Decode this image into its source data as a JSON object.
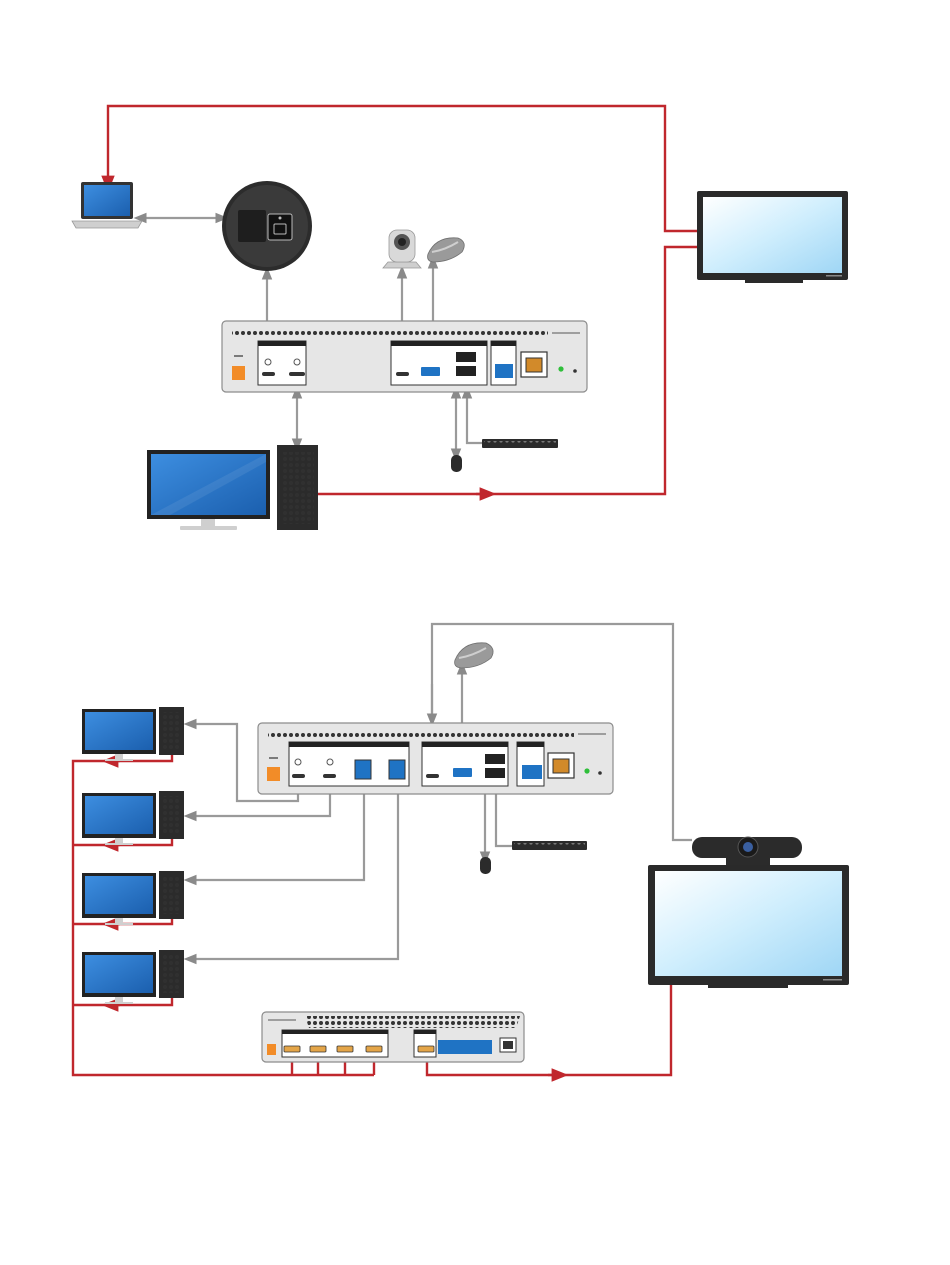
{
  "diagram": {
    "colors": {
      "video_link": "#c0272d",
      "usb_link": "#8a8a8a",
      "screen_blue": "#2a7bd6",
      "display_glow": "#cfeefd",
      "device_dark": "#2b2b2b",
      "panel_gray": "#e6e6e6",
      "power_orange": "#f28c28",
      "terminal_blue": "#1f73c4",
      "led_green": "#2fbf3a"
    },
    "diagram_1": {
      "devices": [
        {
          "id": "laptop",
          "icon": "laptop-icon"
        },
        {
          "id": "round-wallplate",
          "icon": "wallplate-icon"
        },
        {
          "id": "ptz-camera",
          "icon": "ptz-camera-icon"
        },
        {
          "id": "ceiling-microphone",
          "icon": "microphone-icon"
        },
        {
          "id": "usb-switcher",
          "icon": "switcher-icon"
        },
        {
          "id": "flat-panel-display",
          "icon": "display-icon"
        },
        {
          "id": "desktop-pc",
          "icon": "pc-tower-icon"
        },
        {
          "id": "pc-monitor",
          "icon": "monitor-icon"
        },
        {
          "id": "mouse",
          "icon": "mouse-icon"
        },
        {
          "id": "keyboard",
          "icon": "keyboard-icon"
        }
      ]
    },
    "diagram_2": {
      "devices": [
        {
          "id": "pc-station-1",
          "icon": "pc-station-icon"
        },
        {
          "id": "pc-station-2",
          "icon": "pc-station-icon"
        },
        {
          "id": "pc-station-3",
          "icon": "pc-station-icon"
        },
        {
          "id": "pc-station-4",
          "icon": "pc-station-icon"
        },
        {
          "id": "usb-switcher",
          "icon": "switcher-icon"
        },
        {
          "id": "ceiling-microphone",
          "icon": "microphone-icon"
        },
        {
          "id": "video-bar",
          "icon": "video-bar-icon"
        },
        {
          "id": "large-display",
          "icon": "display-icon"
        },
        {
          "id": "hdmi-switcher",
          "icon": "hdmi-switcher-icon"
        },
        {
          "id": "mouse",
          "icon": "mouse-icon"
        },
        {
          "id": "keyboard",
          "icon": "keyboard-icon"
        }
      ]
    }
  }
}
